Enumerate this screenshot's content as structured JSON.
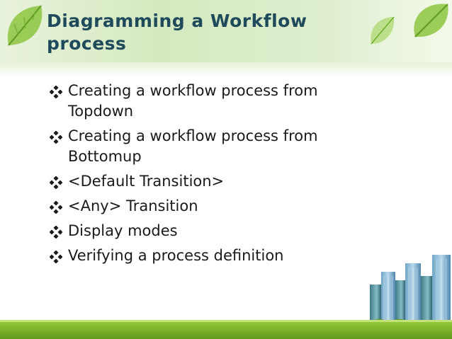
{
  "slide": {
    "title": "Diagramming a Workflow process",
    "bullets": [
      "Creating a workflow process from Topdown",
      "Creating a workflow process from Bottomup",
      "<Default Transition>",
      "<Any> Transition",
      "Display modes",
      "Verifying a process definition"
    ],
    "bullet_icon": "diamond-bullet-icon"
  },
  "colors": {
    "title": "#1e4a5c",
    "text": "#1a1a1a",
    "band": "#d4e9bf",
    "ground": "#7fb52a",
    "leaf": "#8cc63f"
  },
  "decor": {
    "icons": [
      "leaf-icon",
      "city-skyline-icon"
    ]
  }
}
